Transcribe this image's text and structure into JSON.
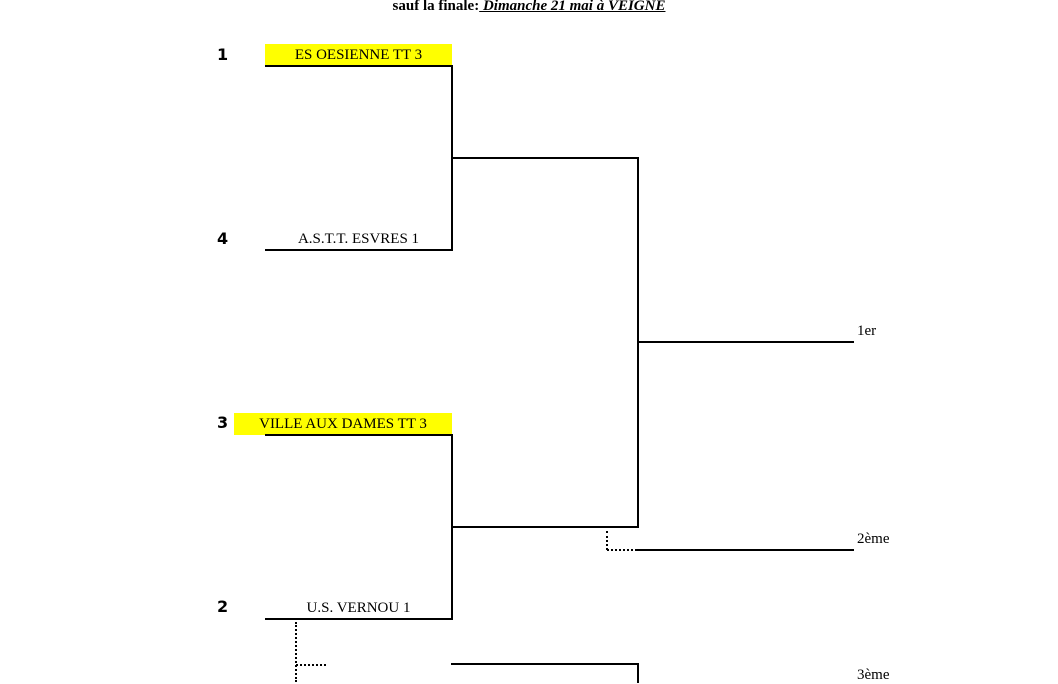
{
  "header": {
    "prefix": "sauf la finale:",
    "date": " Dimanche 21 mai à VEIGNE"
  },
  "seeds": [
    "1",
    "4",
    "3",
    "2"
  ],
  "teams": [
    {
      "name": "ES OESIENNE TT 3",
      "highlight": true
    },
    {
      "name": "A.S.T.T. ESVRES 1",
      "highlight": false
    },
    {
      "name": "VILLE AUX DAMES TT 3",
      "highlight": true
    },
    {
      "name": "U.S. VERNOU 1",
      "highlight": false
    }
  ],
  "places": {
    "first": "1er",
    "second": "2ème",
    "third": "3ème"
  },
  "colors": {
    "highlight": "#ffff00",
    "line": "#000000"
  }
}
